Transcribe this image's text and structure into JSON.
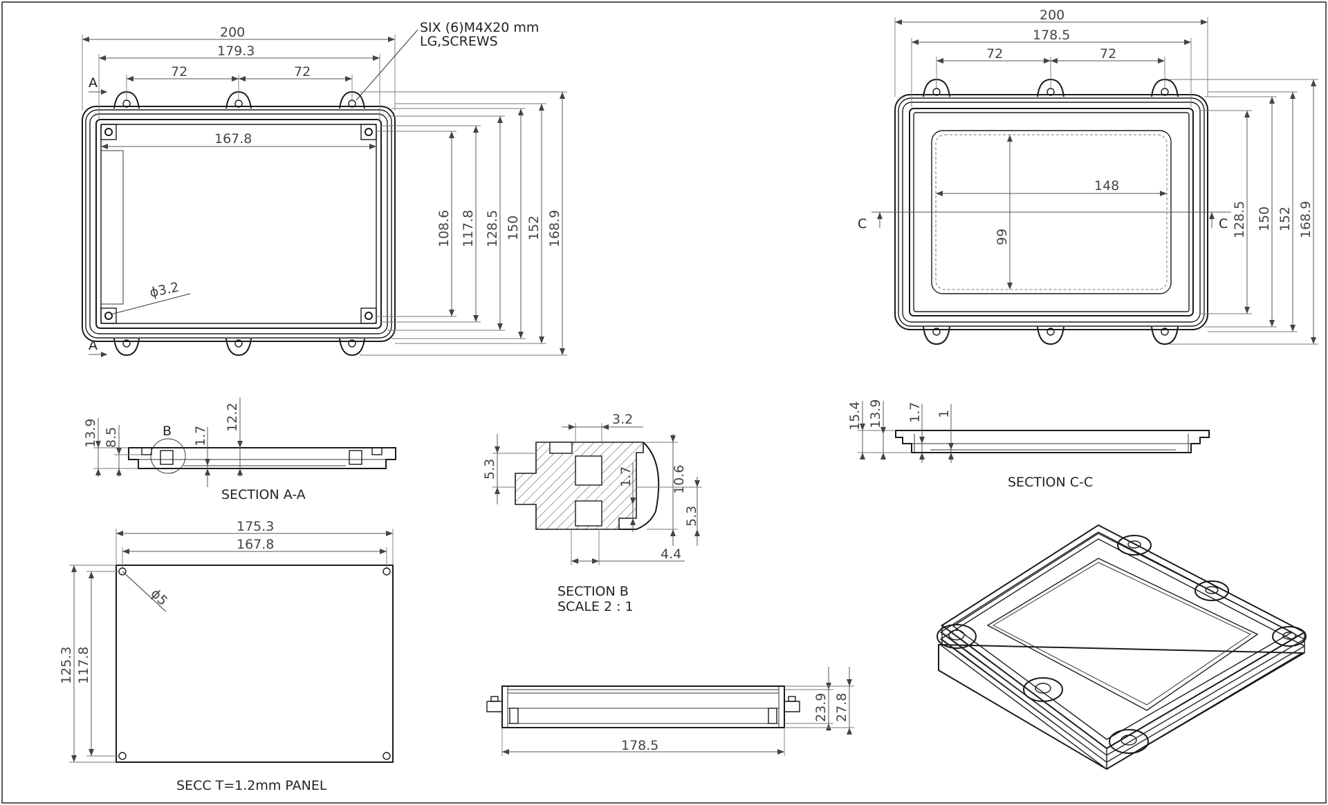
{
  "drawing": {
    "note_screws_line1": "SIX (6)M4X20 mm",
    "note_screws_line2": "LG,SCREWS",
    "section_a_a": "SECTION A-A",
    "section_c_c": "SECTION C-C",
    "section_b_line1": "SECTION B",
    "section_b_line2": "SCALE 2 : 1",
    "panel_caption": "SECC T=1.2mm PANEL",
    "marker_a": "A",
    "marker_b": "B",
    "marker_c": "C"
  },
  "top_view": {
    "w_overall": "200",
    "w_holes": "179.3",
    "pitch_left": "72",
    "pitch_right": "72",
    "w_inner": "167.8",
    "hole_dia": "ϕ3.2",
    "h_108": "108.6",
    "h_117": "117.8",
    "h_128": "128.5",
    "h_150": "150",
    "h_152": "152",
    "h_168": "168.9"
  },
  "lid_view": {
    "w_overall": "200",
    "w_holes": "178.5",
    "pitch_left": "72",
    "pitch_right": "72",
    "w_window": "148",
    "h_window": "99",
    "h_128": "128.5",
    "h_150": "150",
    "h_152": "152",
    "h_168": "168.9"
  },
  "section_a": {
    "d_139": "13.9",
    "d_85": "8.5",
    "d_17": "1.7",
    "d_122": "12.2"
  },
  "section_b": {
    "d_32": "3.2",
    "d_53_left": "5.3",
    "d_17": "1.7",
    "d_106": "10.6",
    "d_53_right": "5.3",
    "d_44": "4.4"
  },
  "section_c": {
    "d_154": "15.4",
    "d_139": "13.9",
    "d_17": "1.7",
    "d_1": "1"
  },
  "panel": {
    "w_overall": "175.3",
    "w_holes": "167.8",
    "hole_dia": "ϕ5",
    "h_overall": "125.3",
    "h_holes": "117.8"
  },
  "front_view": {
    "w_inner": "178.5",
    "h_239": "23.9",
    "h_278": "27.8"
  }
}
